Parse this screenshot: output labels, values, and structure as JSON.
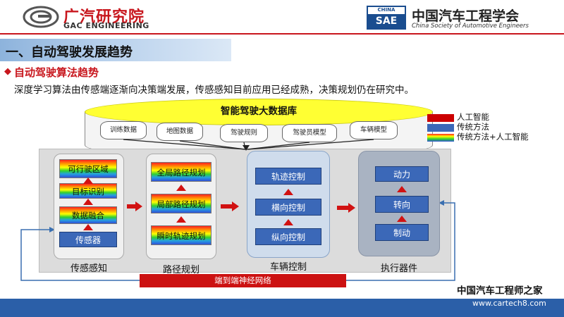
{
  "header": {
    "gac_cn": "广汽研究院",
    "gac_en": "GAC ENGINEERING",
    "sae_top": "CHINA",
    "sae_mid": "SAE",
    "sae_cn": "中国汽车工程学会",
    "sae_en": "China Society of Automotive Engineers"
  },
  "section_title": "一、自动驾驶发展趋势",
  "subsection_title": "自动驾驶算法趋势",
  "description": "深度学习算法由传感端逐渐向决策端发展，传感感知目前应用已经成熟，决策规划仍在研究中。",
  "database": {
    "title": "智能驾驶大数据库",
    "items": [
      "训练数据",
      "地图数据",
      "驾驶规则",
      "驾驶员模型",
      "车辆模型"
    ]
  },
  "legend": [
    {
      "label": "人工智能",
      "color": "#cc0000"
    },
    {
      "label": "传统方法",
      "color": "#3b68b8"
    },
    {
      "label": "传统方法+人工智能",
      "color": "rainbow"
    }
  ],
  "columns": {
    "perception": {
      "label": "传感感知",
      "boxes": [
        "可行驶区域",
        "目标识别",
        "数据融合",
        "传感器"
      ]
    },
    "planning": {
      "label": "路径规划",
      "boxes": [
        "全局路径规划",
        "局部路径规划",
        "瞬时轨迹规划"
      ]
    },
    "control": {
      "label": "车辆控制",
      "boxes": [
        "轨迹控制",
        "横向控制",
        "纵向控制"
      ]
    },
    "actuator": {
      "label": "执行器件",
      "boxes": [
        "动力",
        "转向",
        "制动"
      ]
    }
  },
  "end_to_end": "端到端神经网络",
  "watermark": {
    "cn": "中国汽车工程师之家",
    "url": "www.cartech8.com"
  }
}
